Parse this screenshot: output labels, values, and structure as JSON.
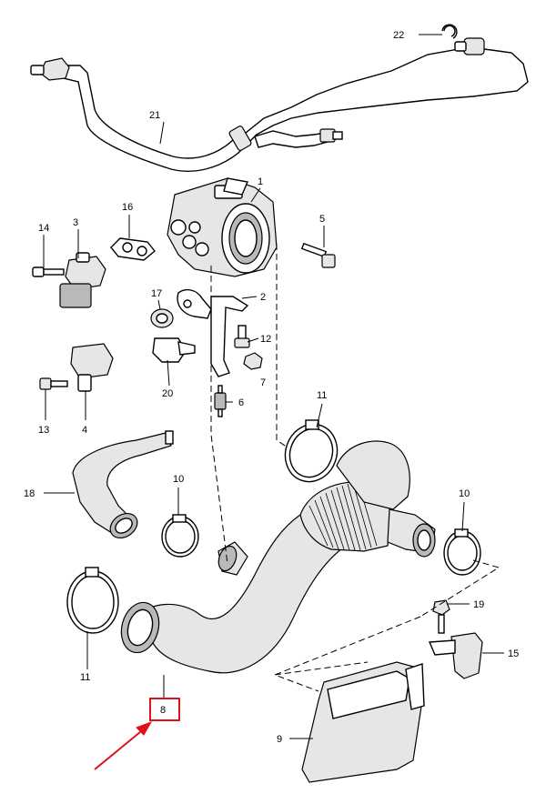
{
  "diagram": {
    "callouts": [
      "22",
      "21",
      "1",
      "16",
      "14",
      "3",
      "5",
      "2",
      "17",
      "12",
      "7",
      "20",
      "6",
      "13",
      "4",
      "11",
      "18",
      "10",
      "10",
      "19",
      "11",
      "15",
      "8",
      "9"
    ],
    "highlighted_callout": "8",
    "highlight_color": "#e0101a"
  }
}
